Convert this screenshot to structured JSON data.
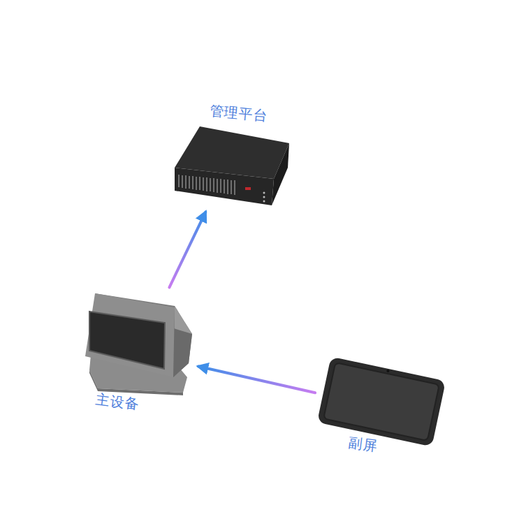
{
  "diagram": {
    "nodes": [
      {
        "text": [
          "管理平台"
        ]
      },
      {
        "text": [
          "主设备"
        ]
      },
      {
        "text": [
          "副屏"
        ]
      }
    ],
    "edges": [
      {
        "from": 1,
        "to": 0,
        "arrow": "to"
      },
      {
        "from": 2,
        "to": 1,
        "arrow": "to"
      }
    ]
  }
}
